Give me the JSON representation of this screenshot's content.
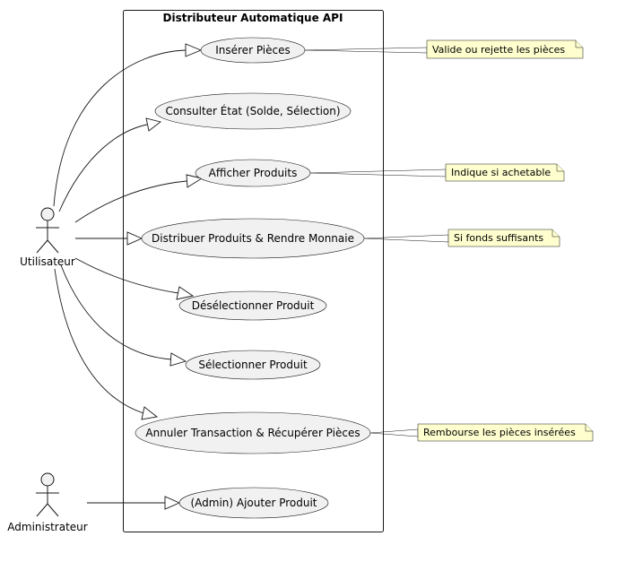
{
  "system": {
    "title": "Distributeur Automatique API"
  },
  "actors": {
    "user": "Utilisateur",
    "admin": "Administrateur"
  },
  "use_cases": {
    "inserer_pieces": "Insérer Pièces",
    "consulter_etat": "Consulter État (Solde, Sélection)",
    "afficher_produits": "Afficher Produits",
    "distribuer": "Distribuer Produits & Rendre Monnaie",
    "deselectionner": "Désélectionner Produit",
    "selectionner": "Sélectionner Produit",
    "annuler": "Annuler Transaction & Récupérer Pièces",
    "ajouter_produit": "(Admin) Ajouter Produit"
  },
  "notes": {
    "inserer_pieces": "Valide ou rejette les pièces",
    "afficher_produits": "Indique si achetable",
    "distribuer": "Si fonds suffisants",
    "annuler": "Rembourse les pièces insérées"
  }
}
